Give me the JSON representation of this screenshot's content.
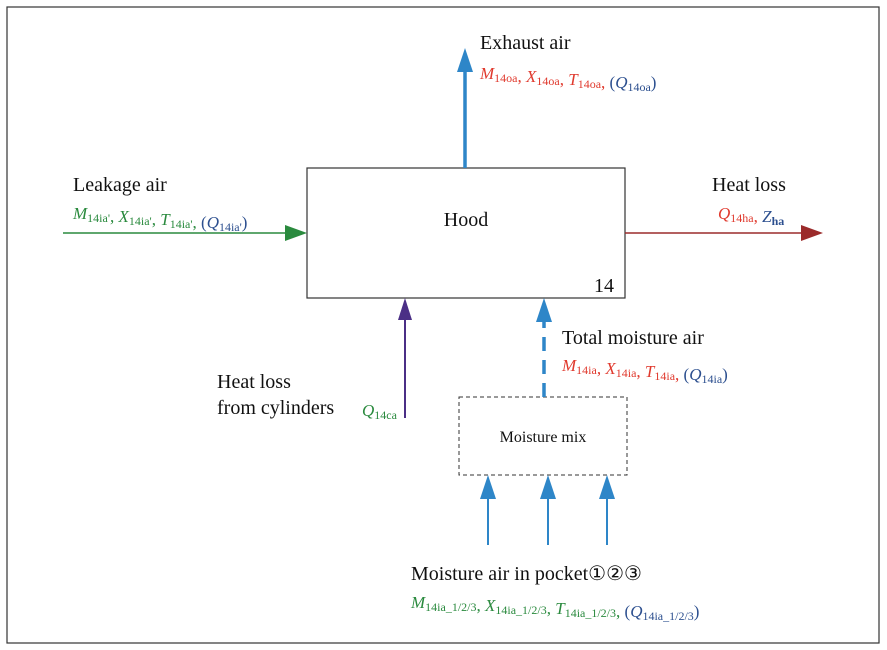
{
  "colors": {
    "frame": "#333333",
    "blue": "#2e86c8",
    "green": "#2a8a3e",
    "red": "#e03a2e",
    "dark_blue": "#2c4f8f",
    "dark_red": "#9b2b2b",
    "purple": "#4b2f86",
    "text": "#111111"
  },
  "hood": {
    "label": "Hood",
    "number": "14"
  },
  "moisture_mix": {
    "label": "Moisture mix"
  },
  "exhaust_air": {
    "title": "Exhaust air",
    "vars": [
      {
        "sym": "M",
        "sub": "14oa",
        "color": "red"
      },
      {
        "sym": "X",
        "sub": "14oa",
        "color": "red"
      },
      {
        "sym": "T",
        "sub": "14oa",
        "color": "red"
      },
      {
        "sym": "Q",
        "sub": "14oa",
        "color": "dark_blue",
        "paren": true
      }
    ]
  },
  "leakage_air": {
    "title": "Leakage air",
    "vars": [
      {
        "sym": "M",
        "sub": "14ia'",
        "color": "green"
      },
      {
        "sym": "X",
        "sub": "14ia'",
        "color": "green"
      },
      {
        "sym": "T",
        "sub": "14ia'",
        "color": "green"
      },
      {
        "sym": "Q",
        "sub": "14ia'",
        "color": "dark_blue",
        "paren": true
      }
    ]
  },
  "heat_loss": {
    "title": "Heat loss",
    "vars": [
      {
        "sym": "Q",
        "sub": "14ha",
        "color": "red"
      },
      {
        "sym": "Z",
        "sub": "ha",
        "color": "dark_blue",
        "bold_sub": true
      }
    ]
  },
  "total_moisture_air": {
    "title": "Total moisture air",
    "vars": [
      {
        "sym": "M",
        "sub": "14ia",
        "color": "red"
      },
      {
        "sym": "X",
        "sub": "14ia",
        "color": "red"
      },
      {
        "sym": "T",
        "sub": "14ia",
        "color": "red"
      },
      {
        "sym": "Q",
        "sub": "14ia",
        "color": "dark_blue",
        "paren": true
      }
    ]
  },
  "heat_loss_cylinders": {
    "line1": "Heat loss",
    "line2": "from cylinders",
    "var": {
      "sym": "Q",
      "sub": "14ca",
      "color": "green"
    }
  },
  "moisture_pocket": {
    "title": "Moisture air in pocket①②③",
    "vars": [
      {
        "sym": "M",
        "sub": "14ia_1/2/3",
        "color": "green"
      },
      {
        "sym": "X",
        "sub": "14ia_1/2/3",
        "color": "green"
      },
      {
        "sym": "T",
        "sub": "14ia_1/2/3",
        "color": "green"
      },
      {
        "sym": "Q",
        "sub": "14ia_1/2/3",
        "color": "dark_blue",
        "paren": true
      }
    ]
  }
}
